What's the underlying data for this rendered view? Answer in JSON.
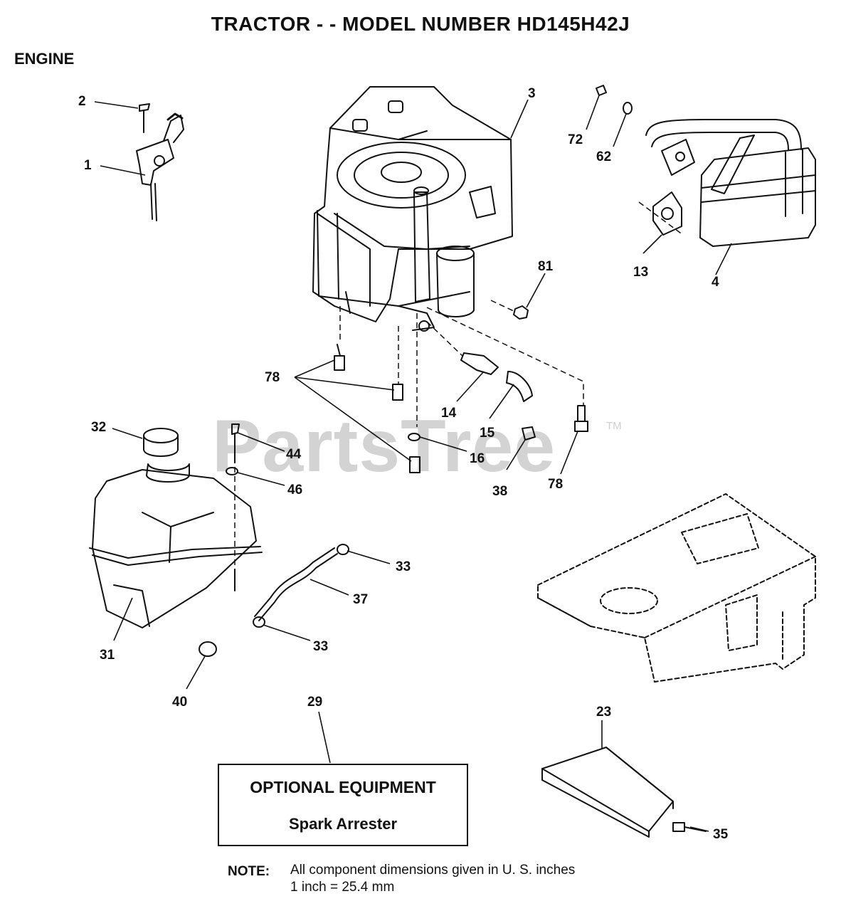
{
  "header": {
    "title": "TRACTOR - - MODEL NUMBER HD145H42J",
    "section": "ENGINE"
  },
  "watermark": {
    "text": "PartsTree",
    "trademark": "TM"
  },
  "callouts": {
    "c1": "1",
    "c2": "2",
    "c3": "3",
    "c4": "4",
    "c13": "13",
    "c14": "14",
    "c15": "15",
    "c16": "16",
    "c23": "23",
    "c29": "29",
    "c31": "31",
    "c32": "32",
    "c33a": "33",
    "c33b": "33",
    "c35": "35",
    "c37": "37",
    "c38": "38",
    "c40": "40",
    "c44": "44",
    "c46": "46",
    "c62": "62",
    "c72": "72",
    "c78a": "78",
    "c78b": "78",
    "c81": "81"
  },
  "optional_box": {
    "title": "OPTIONAL EQUIPMENT",
    "subtitle": "Spark Arrester"
  },
  "note": {
    "label": "NOTE:",
    "line1": "All component dimensions given in U. S. inches",
    "line2": "1 inch = 25.4 mm"
  }
}
